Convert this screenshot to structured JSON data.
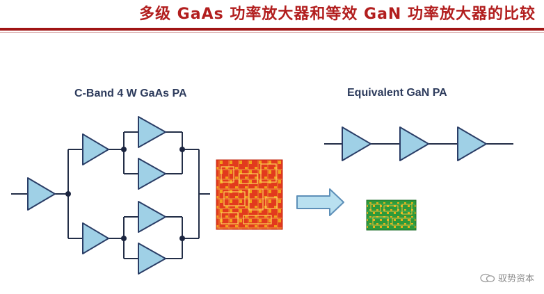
{
  "header": {
    "title": "多级 GaAs 功率放大器和等效 GaN 功率放大器的比较"
  },
  "diagram": {
    "left_panel": {
      "label": "C-Band 4 W GaAs PA"
    },
    "right_panel": {
      "label": "Equivalent GaN PA"
    }
  },
  "watermark": {
    "text": "驭势资本"
  },
  "colors": {
    "title": "#b21e1e",
    "rule": "#a01414",
    "amp_fill": "#9fd0e6",
    "amp_stroke": "#2a3d66",
    "wire": "#232e47",
    "gaas_chip": "#e23a1d",
    "gaas_chip_trace": "#f2a21a",
    "gan_chip": "#2e9a3a",
    "gan_chip_trace": "#e7b21a",
    "arrow_fill": "#b9e0f0",
    "arrow_stroke": "#5d8fb8"
  }
}
